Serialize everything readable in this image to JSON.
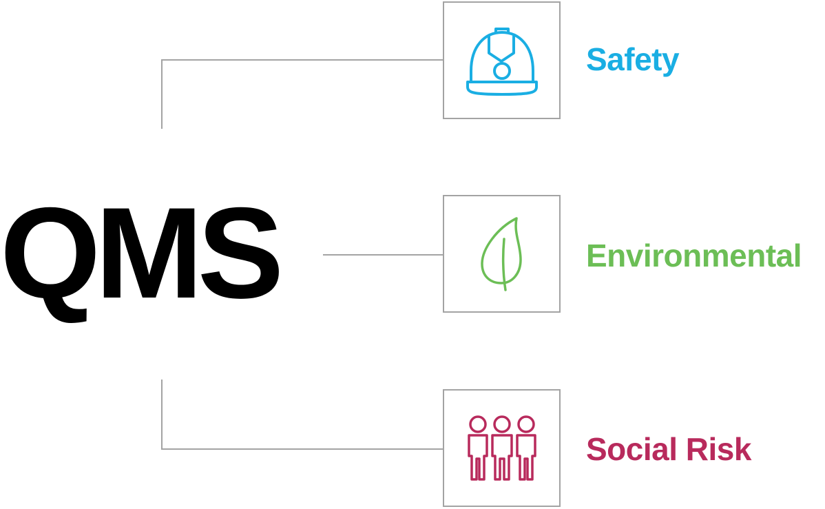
{
  "root": {
    "label": "QMS",
    "color": "#000000"
  },
  "connector_color": "#a3a3a3",
  "box_border_color": "#a3a3a3",
  "branches": [
    {
      "label": "Safety",
      "icon": "hard-hat-icon",
      "color": "#1aaee3"
    },
    {
      "label": "Environmental",
      "icon": "leaf-icon",
      "color": "#6cbe56"
    },
    {
      "label": "Social Risk",
      "icon": "people-group-icon",
      "color": "#b82a5c"
    }
  ]
}
